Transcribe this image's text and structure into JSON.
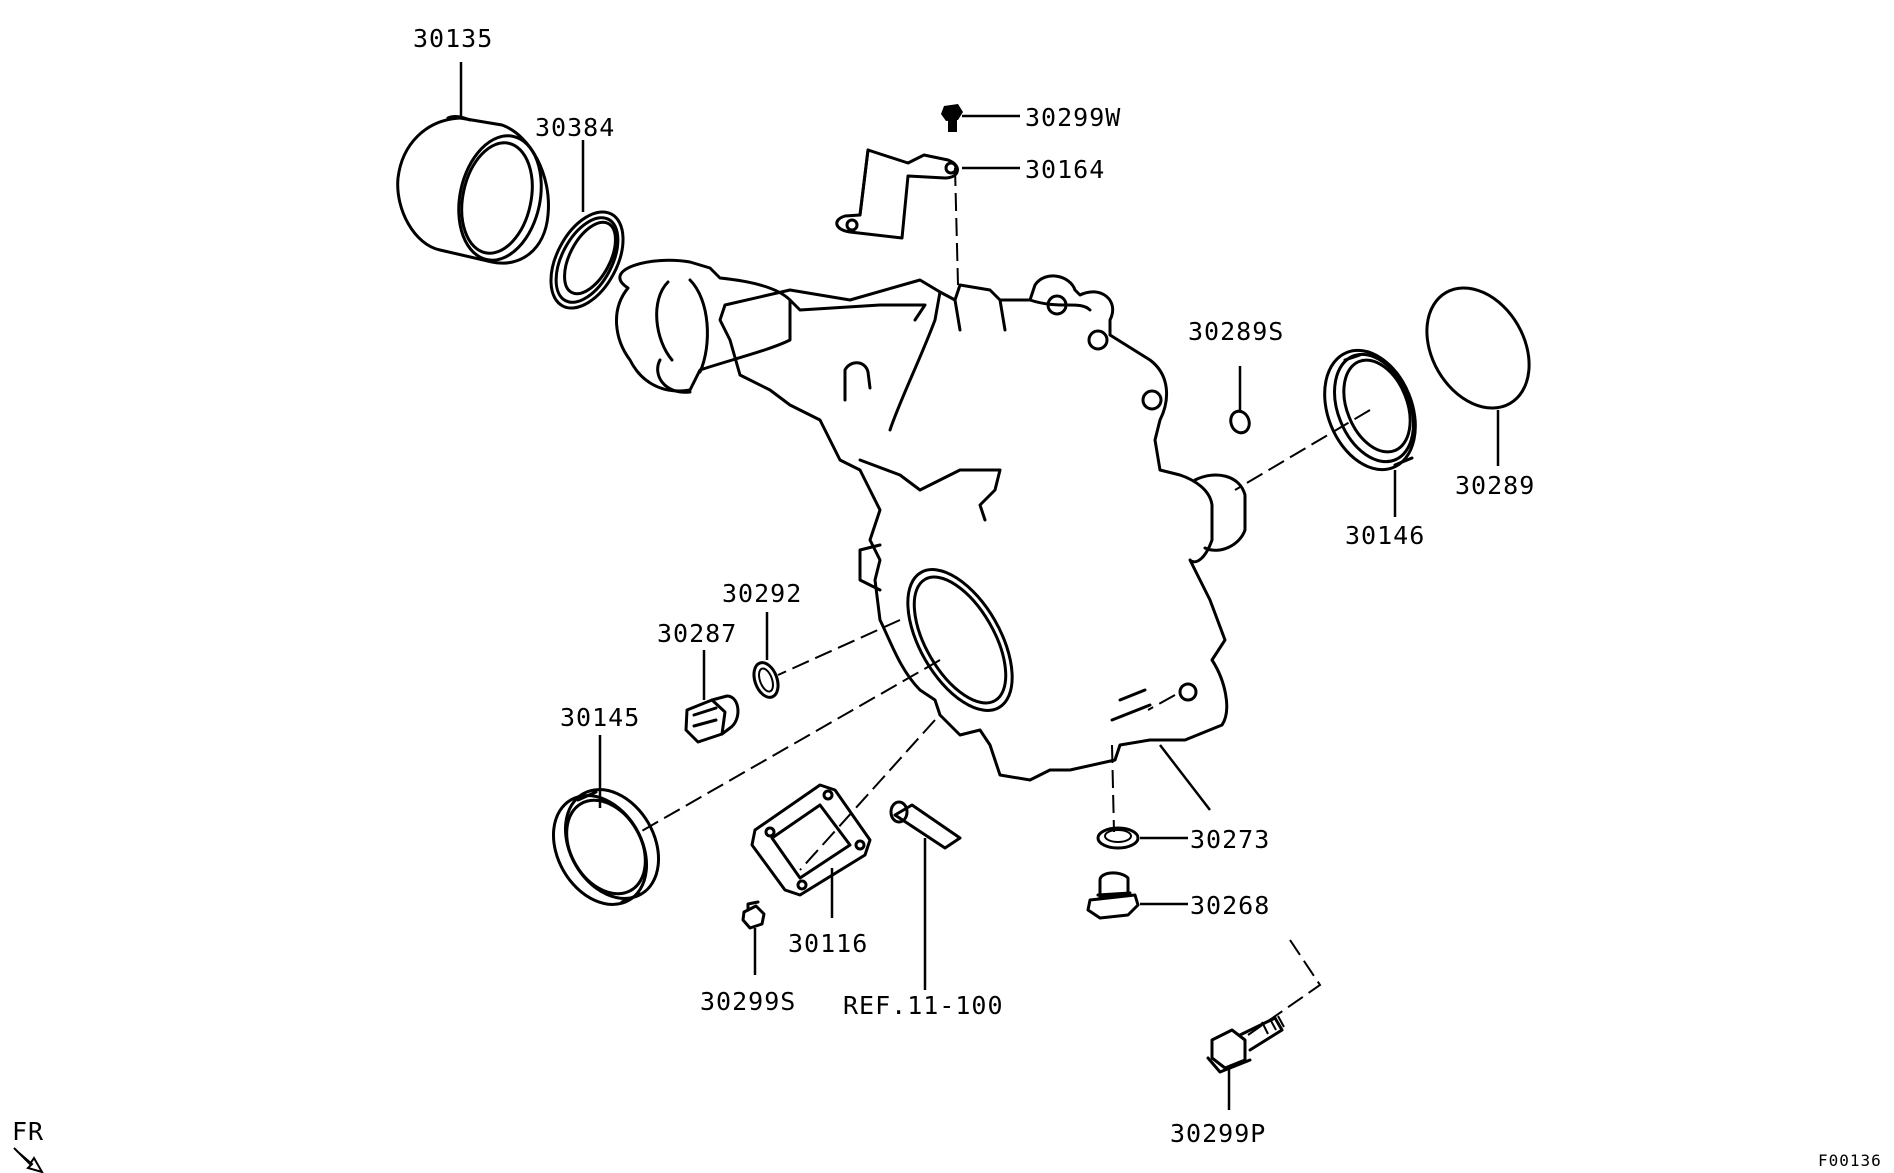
{
  "parts": {
    "p30135": "30135",
    "p30384": "30384",
    "p30299W": "30299W",
    "p30164": "30164",
    "p30289S": "30289S",
    "p30289": "30289",
    "p30146": "30146",
    "p30292": "30292",
    "p30287": "30287",
    "p30145": "30145",
    "p30273": "30273",
    "p30268": "30268",
    "p30116": "30116",
    "p30299S": "30299S",
    "ref": "REF.11-100",
    "p30299P": "30299P"
  },
  "orientation": {
    "label": "FR"
  },
  "figure_id": "F00136"
}
